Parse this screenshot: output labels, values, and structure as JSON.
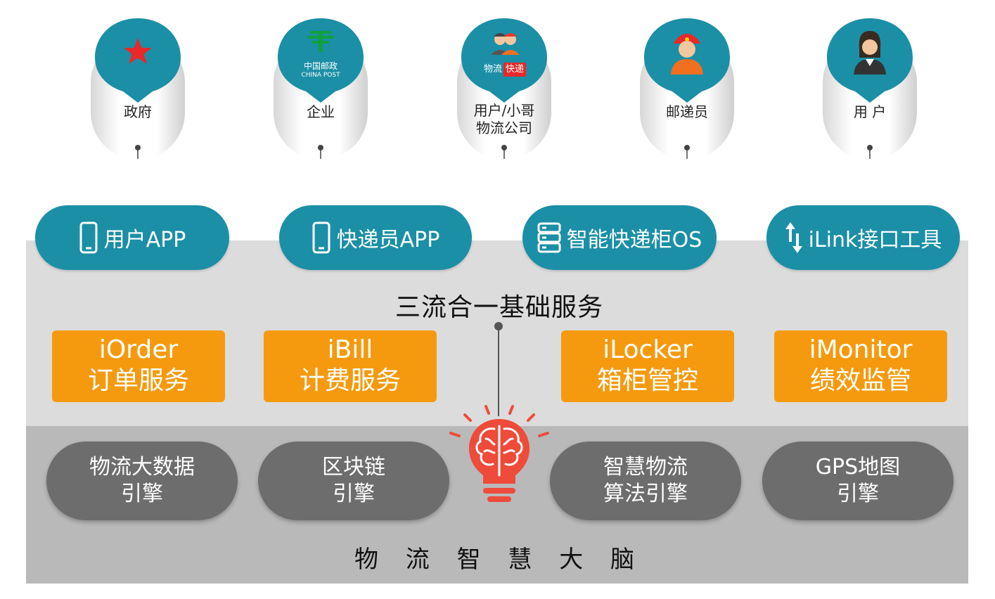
{
  "roles": [
    {
      "label": "政府",
      "icon": "red-star-icon"
    },
    {
      "label": "企业",
      "icon": "china-post-logo-icon",
      "logo_text_cn": "中国邮政",
      "logo_text_en": "CHINA POST"
    },
    {
      "label": "用户/小哥\n物流公司",
      "icon": "courier-logistics-icon",
      "badge_left": "物流",
      "badge_right": "快递"
    },
    {
      "label": "邮递员",
      "icon": "postman-icon"
    },
    {
      "label": "用 户",
      "icon": "user-avatar-icon"
    }
  ],
  "tabs": [
    {
      "label": "用户APP",
      "icon": "phone-icon"
    },
    {
      "label": "快递员APP",
      "icon": "phone-icon"
    },
    {
      "label": "智能快递柜OS",
      "icon": "server-icon"
    },
    {
      "label": "iLink接口工具",
      "icon": "up-down-arrows-icon"
    }
  ],
  "services_title": "三流合一基础服务",
  "modules": [
    {
      "en": "iOrder",
      "cn": "订单服务"
    },
    {
      "en": "iBill",
      "cn": "计费服务"
    },
    {
      "en": "iLocker",
      "cn": "箱柜管控"
    },
    {
      "en": "iMonitor",
      "cn": "绩效监管"
    }
  ],
  "engines": [
    {
      "line1": "物流大数据",
      "line2": "引擎"
    },
    {
      "line1": "区块链",
      "line2": "引擎"
    },
    {
      "line1": "智慧物流",
      "line2": "算法引擎"
    },
    {
      "line1": "GPS地图",
      "line2": "引擎"
    }
  ],
  "brain_title": "物 流 智 慧 大 脑",
  "colors": {
    "teal": "#1b8fa6",
    "orange": "#f59a0e",
    "engine_gray": "#6d6d6d",
    "bulb_red": "#ee4b3a"
  }
}
